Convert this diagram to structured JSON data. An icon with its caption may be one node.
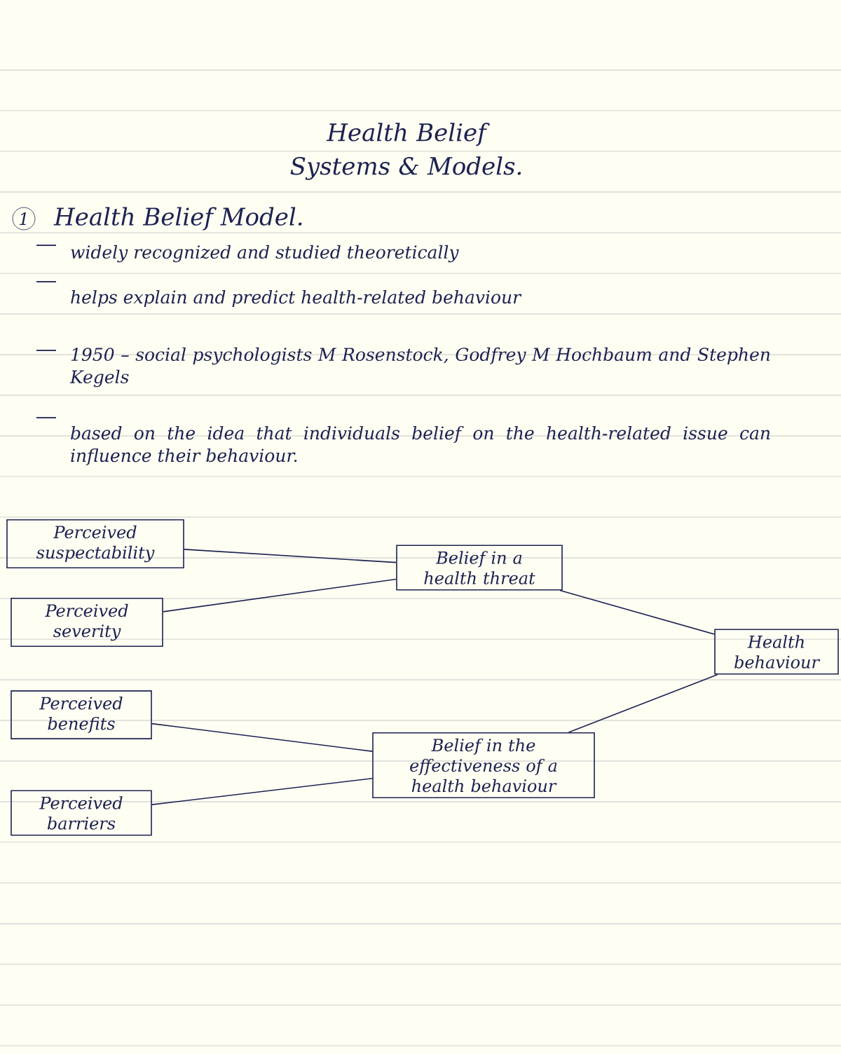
{
  "diagram": {
    "title": "Health Belief Systems & Models.",
    "nodes": [
      {
        "text": [
          "Perceived suspectability"
        ]
      },
      {
        "text": [
          "Perceived severity"
        ]
      },
      {
        "text": [
          "Belief in a health threat"
        ]
      },
      {
        "text": [
          "Perceived benefits"
        ]
      },
      {
        "text": [
          "Perceived barriers"
        ]
      },
      {
        "text": [
          "Belief in the effectiveness of a health behaviour"
        ]
      },
      {
        "text": [
          "Health behaviour"
        ]
      }
    ],
    "edges": [
      {
        "from": 0,
        "to": 2,
        "arrow": "none"
      },
      {
        "from": 1,
        "to": 2,
        "arrow": "none"
      },
      {
        "from": 3,
        "to": 5,
        "arrow": "none"
      },
      {
        "from": 4,
        "to": 5,
        "arrow": "none"
      },
      {
        "from": 2,
        "to": 6,
        "arrow": "none"
      },
      {
        "from": 5,
        "to": 6,
        "arrow": "none"
      }
    ],
    "labels": [
      "1",
      "Health Belief Model.",
      "widely recognized and studied theoretically",
      "helps explain and predict health-related behaviour",
      "1950 – social psychologists M Rosenstock, Godfrey M Hochbaum and Stephen Kegels",
      "based on the idea that individuals belief on the health-related issue can influence their behaviour."
    ]
  }
}
